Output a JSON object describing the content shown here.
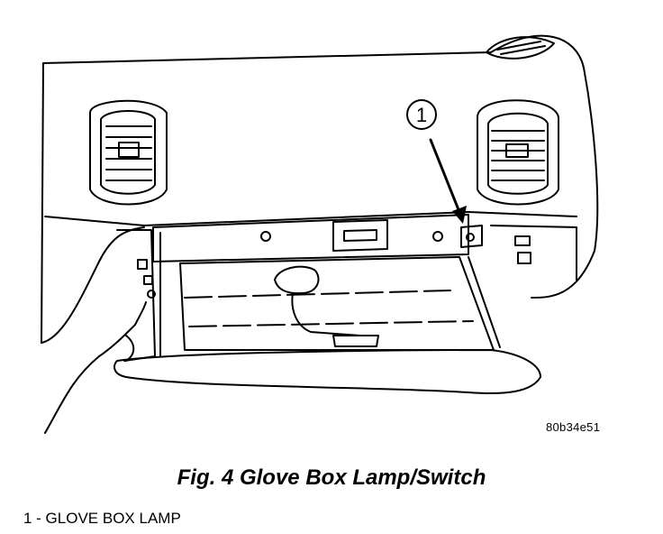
{
  "figure": {
    "callout_number": "1",
    "code": "80b34e51"
  },
  "caption": "Fig. 4 Glove Box Lamp/Switch",
  "legend": {
    "items": [
      {
        "label": "1 - GLOVE BOX LAMP"
      }
    ]
  },
  "colors": {
    "ink": "#000000",
    "background": "#ffffff"
  }
}
